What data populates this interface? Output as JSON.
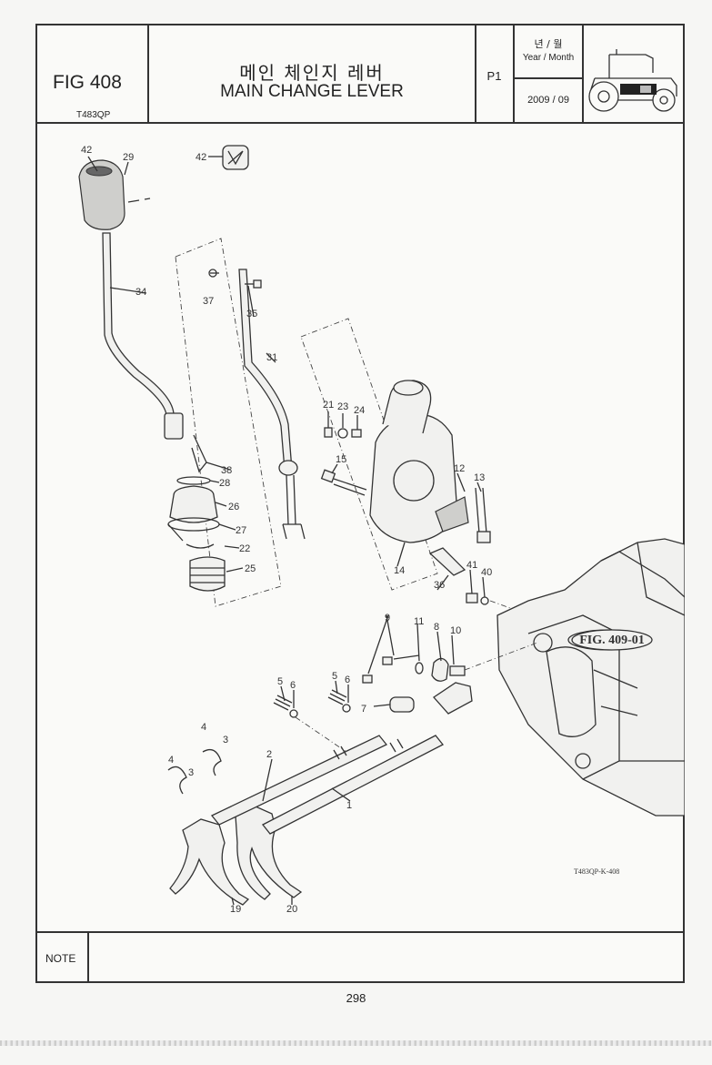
{
  "header": {
    "fig_number": "FIG 408",
    "model": "T483QP",
    "title_korean": "메인 체인지 레버",
    "title_english": "MAIN CHANGE LEVER",
    "page_code": "P1",
    "year_month_korean": "년 / 월",
    "year_month_english": "Year / Month",
    "date": "2009  / 09",
    "logo_icon": "tractor-icon"
  },
  "diagram": {
    "reference_callout": "FIG. 409-01",
    "drawing_code": "T483QP-K-408",
    "part_labels": [
      "1",
      "2",
      "3",
      "3",
      "4",
      "4",
      "5",
      "5",
      "6",
      "6",
      "7",
      "8",
      "9",
      "10",
      "11",
      "12",
      "13",
      "14",
      "15",
      "19",
      "20",
      "21",
      "22",
      "23",
      "24",
      "25",
      "26",
      "27",
      "28",
      "29",
      "31",
      "34",
      "35",
      "36",
      "37",
      "38",
      "40",
      "41",
      "42",
      "42"
    ]
  },
  "footer": {
    "note_label": "NOTE",
    "note_text": "",
    "page_number": "298"
  }
}
